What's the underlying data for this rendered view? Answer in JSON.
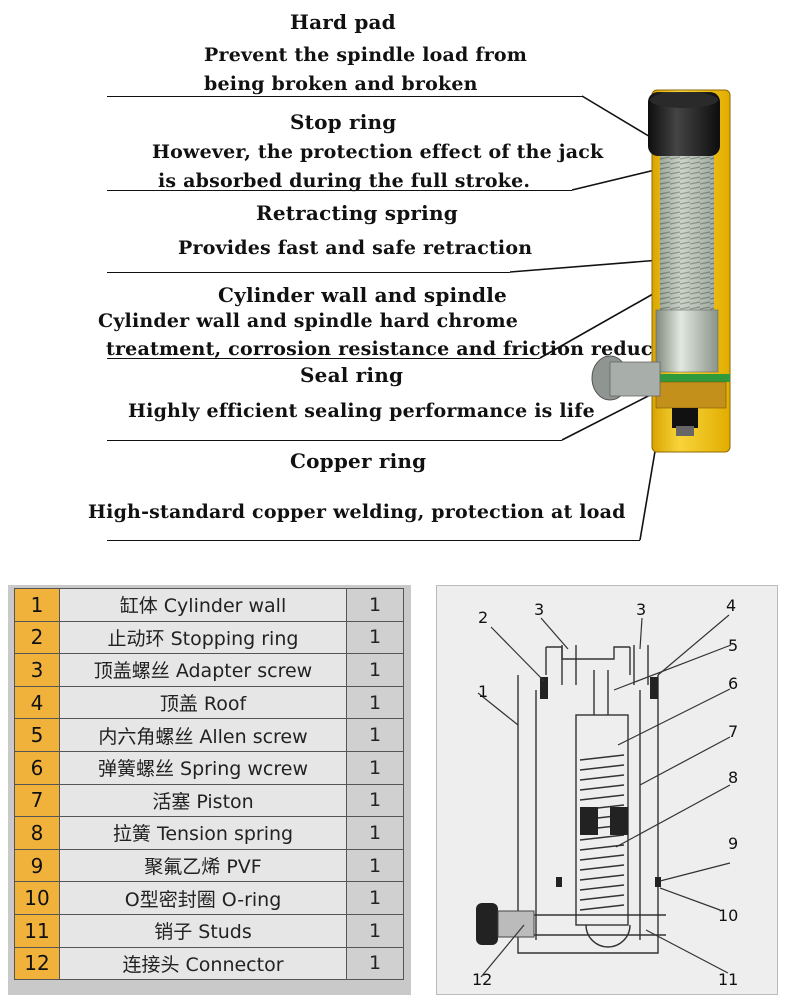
{
  "annotations": [
    {
      "title": "Hard pad",
      "desc": [
        "Prevent the spindle load from",
        "being broken and broken"
      ]
    },
    {
      "title": "Stop ring",
      "desc": [
        "However, the protection effect of the jack",
        "is absorbed during the full stroke."
      ]
    },
    {
      "title": "Retracting spring",
      "desc": [
        "Provides fast and safe retraction"
      ]
    },
    {
      "title": "Cylinder wall and spindle",
      "desc": [
        "Cylinder wall and spindle hard chrome",
        "treatment, corrosion resistance and friction reduction"
      ]
    },
    {
      "title": "Seal ring",
      "desc": [
        "Highly efficient sealing performance is life"
      ]
    },
    {
      "title": "Copper ring",
      "desc": [
        "High-standard copper welding, protection at load"
      ]
    }
  ],
  "parts": [
    {
      "no": "1",
      "name": "缸体 Cylinder wall",
      "qty": "1"
    },
    {
      "no": "2",
      "name": "止动环 Stopping ring",
      "qty": "1"
    },
    {
      "no": "3",
      "name": "顶盖螺丝 Adapter screw",
      "qty": "1"
    },
    {
      "no": "4",
      "name": "顶盖 Roof",
      "qty": "1"
    },
    {
      "no": "5",
      "name": "内六角螺丝 Allen screw",
      "qty": "1"
    },
    {
      "no": "6",
      "name": "弹簧螺丝 Spring wcrew",
      "qty": "1"
    },
    {
      "no": "7",
      "name": "活塞 Piston",
      "qty": "1"
    },
    {
      "no": "8",
      "name": "拉簧 Tension spring",
      "qty": "1"
    },
    {
      "no": "9",
      "name": "聚氟乙烯 PVF",
      "qty": "1"
    },
    {
      "no": "10",
      "name": "O型密封圈 O-ring",
      "qty": "1"
    },
    {
      "no": "11",
      "name": "销子 Studs",
      "qty": "1"
    },
    {
      "no": "12",
      "name": "连接头 Connector",
      "qty": "1"
    }
  ],
  "callouts": [
    "1",
    "2",
    "3",
    "3",
    "4",
    "5",
    "6",
    "7",
    "8",
    "9",
    "10",
    "11",
    "12"
  ],
  "colors": {
    "cylinder_yellow": "#f2c21a",
    "table_number_orange": "#f1b23c",
    "cap_black": "#1c1c1c"
  }
}
